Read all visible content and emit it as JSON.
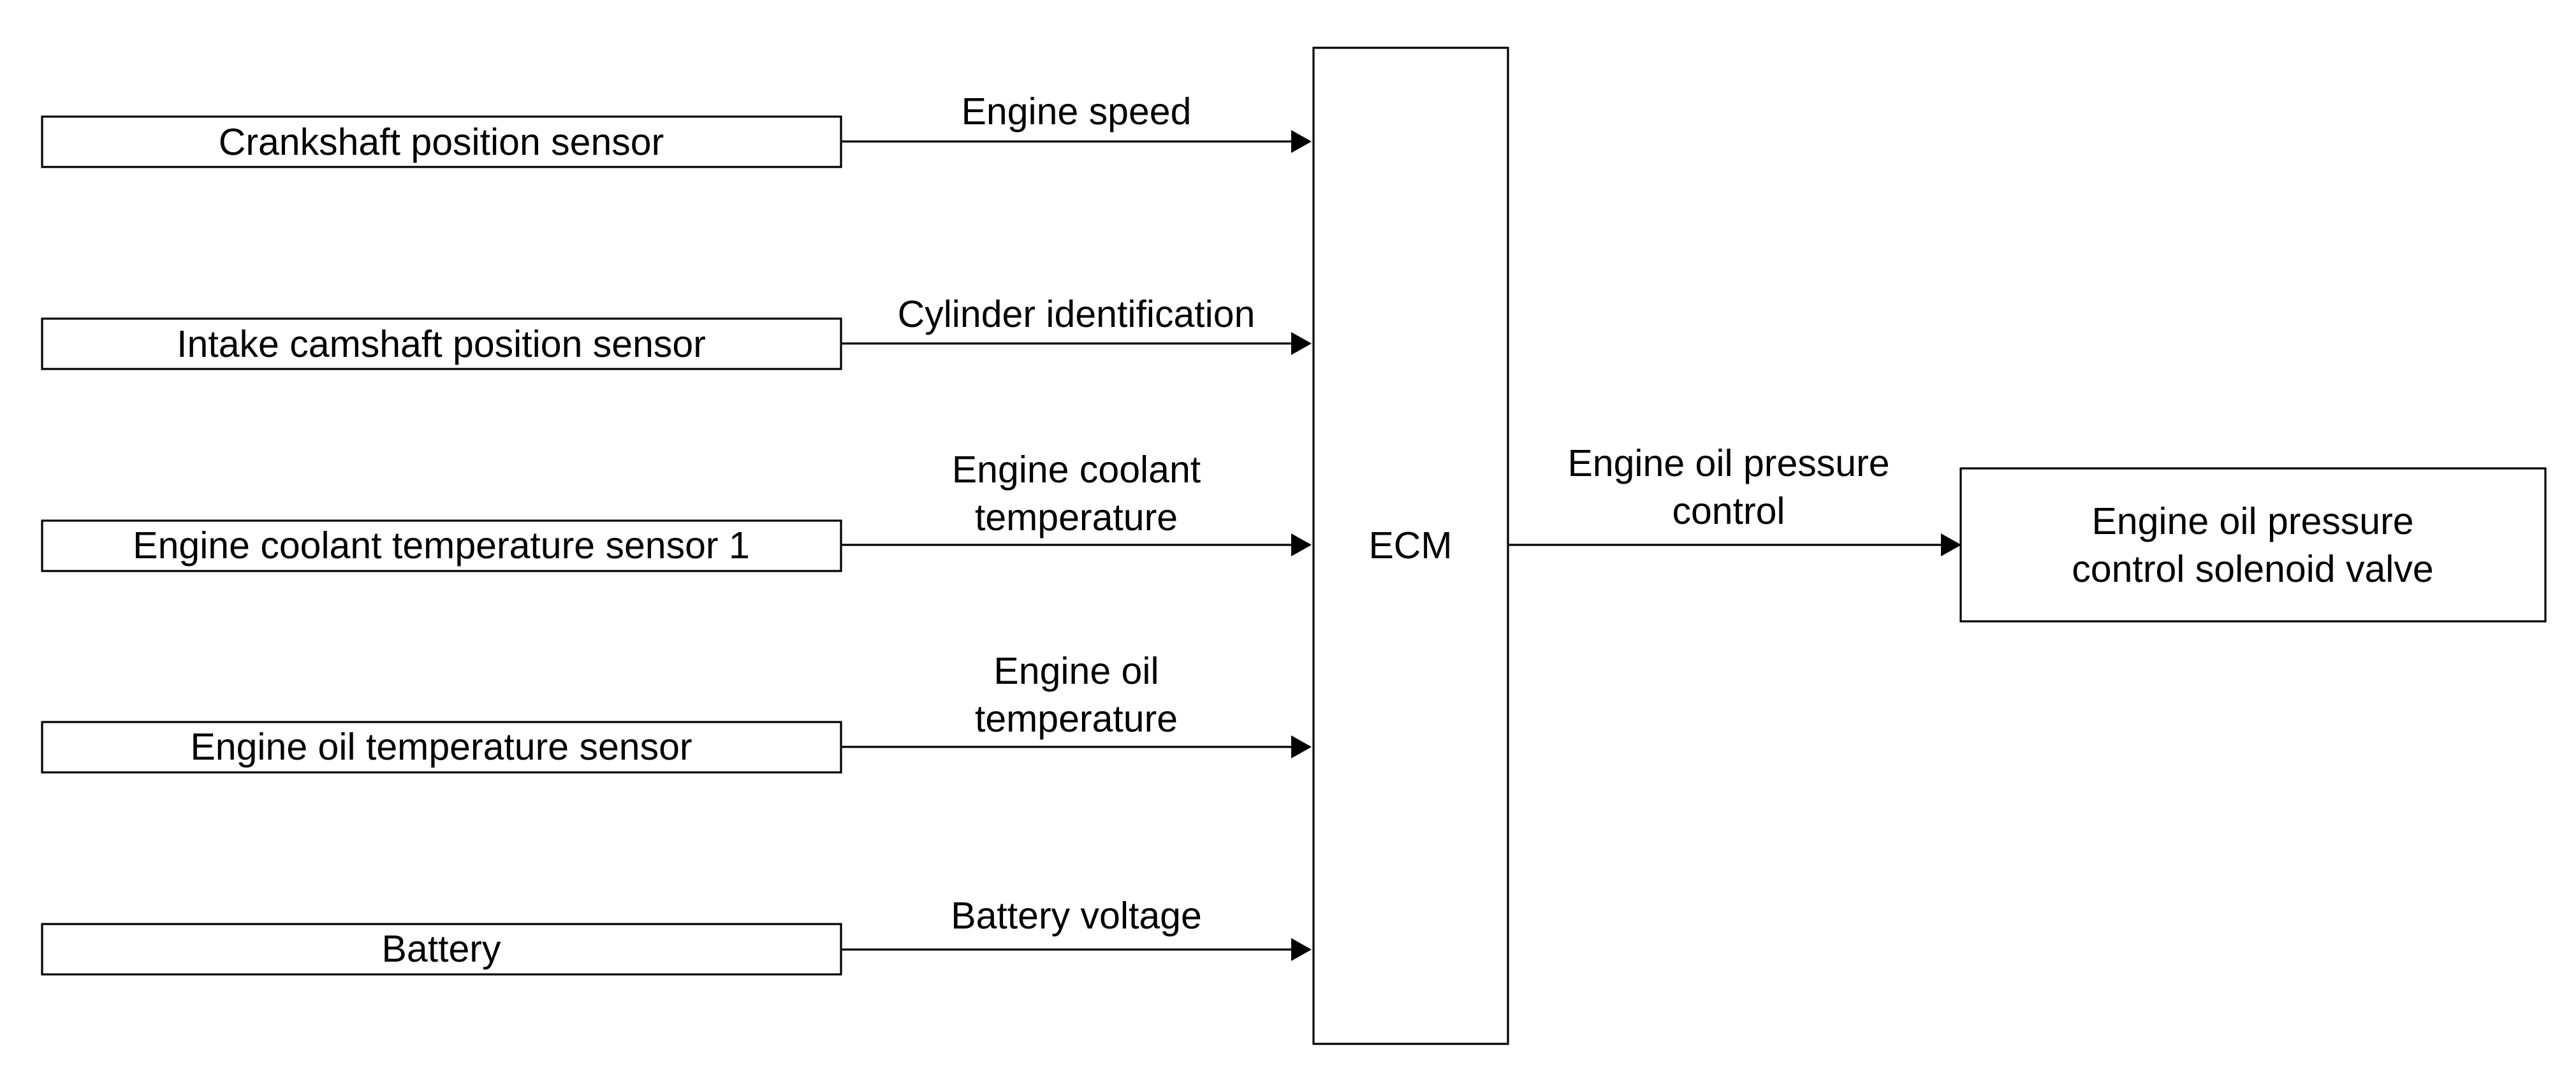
{
  "diagram": {
    "inputs": [
      {
        "label": "Crankshaft position sensor",
        "signal_lines": [
          "Engine speed"
        ]
      },
      {
        "label": "Intake camshaft position sensor",
        "signal_lines": [
          "Cylinder identification"
        ]
      },
      {
        "label": "Engine coolant temperature sensor 1",
        "signal_lines": [
          "Engine coolant",
          "temperature"
        ]
      },
      {
        "label": "Engine oil temperature sensor",
        "signal_lines": [
          "Engine oil",
          "temperature"
        ]
      },
      {
        "label": "Battery",
        "signal_lines": [
          "Battery voltage"
        ]
      }
    ],
    "controller": {
      "label": "ECM"
    },
    "output": {
      "signal_lines": [
        "Engine oil pressure",
        "control"
      ],
      "label_lines": [
        "Engine oil pressure",
        "control solenoid valve"
      ]
    },
    "colors": {
      "line": "#000000",
      "fill": "#ffffff",
      "text": "#000000"
    }
  }
}
